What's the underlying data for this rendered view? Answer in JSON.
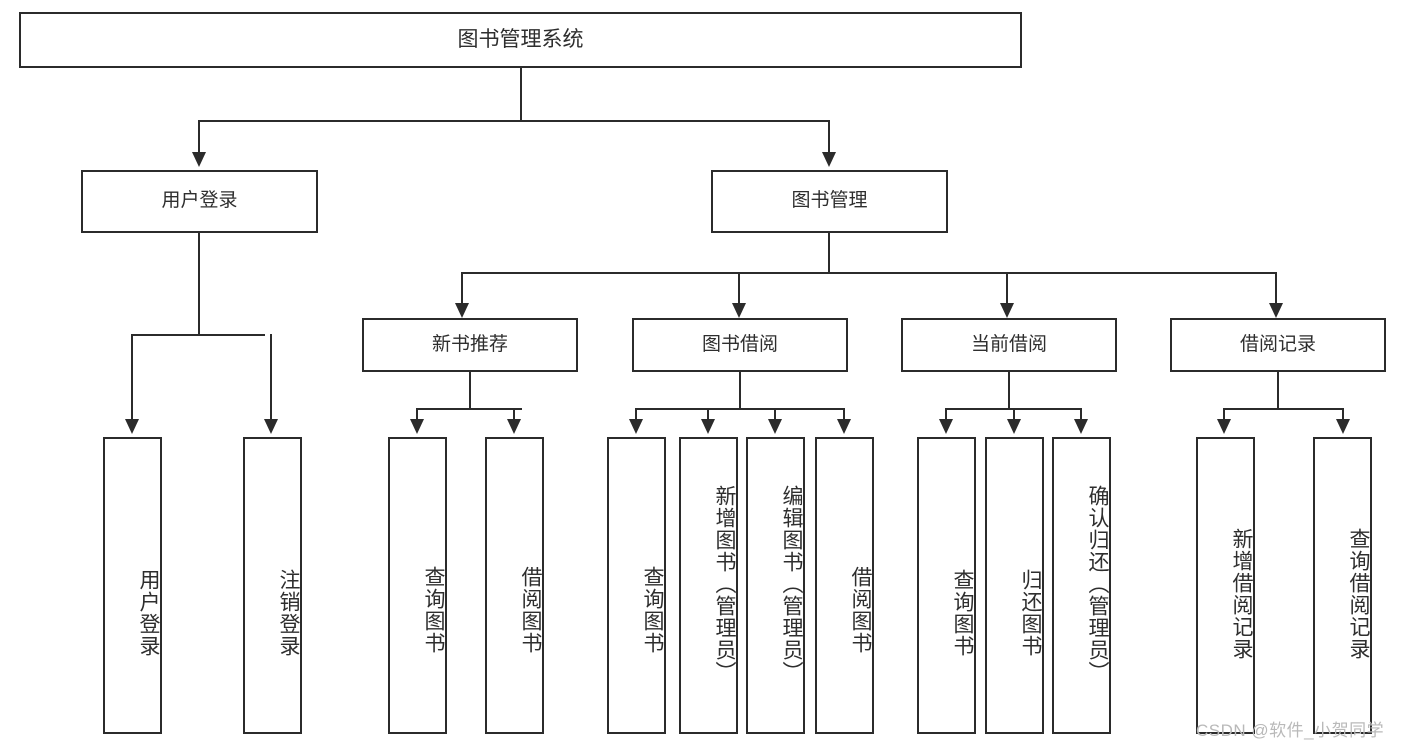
{
  "diagram": {
    "type": "tree-hierarchy-chart",
    "title": "图书管理系统",
    "stroke_color": "#2b2b2b",
    "text_color": "#2e2e2e",
    "background_color": "#ffffff",
    "root": {
      "label": "图书管理系统"
    },
    "level2": [
      {
        "label": "用户登录"
      },
      {
        "label": "图书管理"
      }
    ],
    "level3": [
      {
        "label": "新书推荐"
      },
      {
        "label": "图书借阅"
      },
      {
        "label": "当前借阅"
      },
      {
        "label": "借阅记录"
      }
    ],
    "leaves": [
      {
        "label": "用户登录",
        "parent": "用户登录"
      },
      {
        "label": "注销登录",
        "parent": "用户登录"
      },
      {
        "label": "查询图书",
        "parent": "新书推荐"
      },
      {
        "label": "借阅图书",
        "parent": "新书推荐"
      },
      {
        "label": "查询图书",
        "parent": "图书借阅"
      },
      {
        "label": "新增图书（管理员）",
        "parent": "图书借阅"
      },
      {
        "label": "编辑图书（管理员）",
        "parent": "图书借阅"
      },
      {
        "label": "借阅图书",
        "parent": "图书借阅"
      },
      {
        "label": "查询图书",
        "parent": "当前借阅"
      },
      {
        "label": "归还图书",
        "parent": "当前借阅"
      },
      {
        "label": "确认归还（管理员）",
        "parent": "当前借阅"
      },
      {
        "label": "新增借阅记录",
        "parent": "借阅记录"
      },
      {
        "label": "查询借阅记录",
        "parent": "借阅记录"
      }
    ]
  },
  "watermark": {
    "text": "CSDN @软件_小贺同学"
  }
}
